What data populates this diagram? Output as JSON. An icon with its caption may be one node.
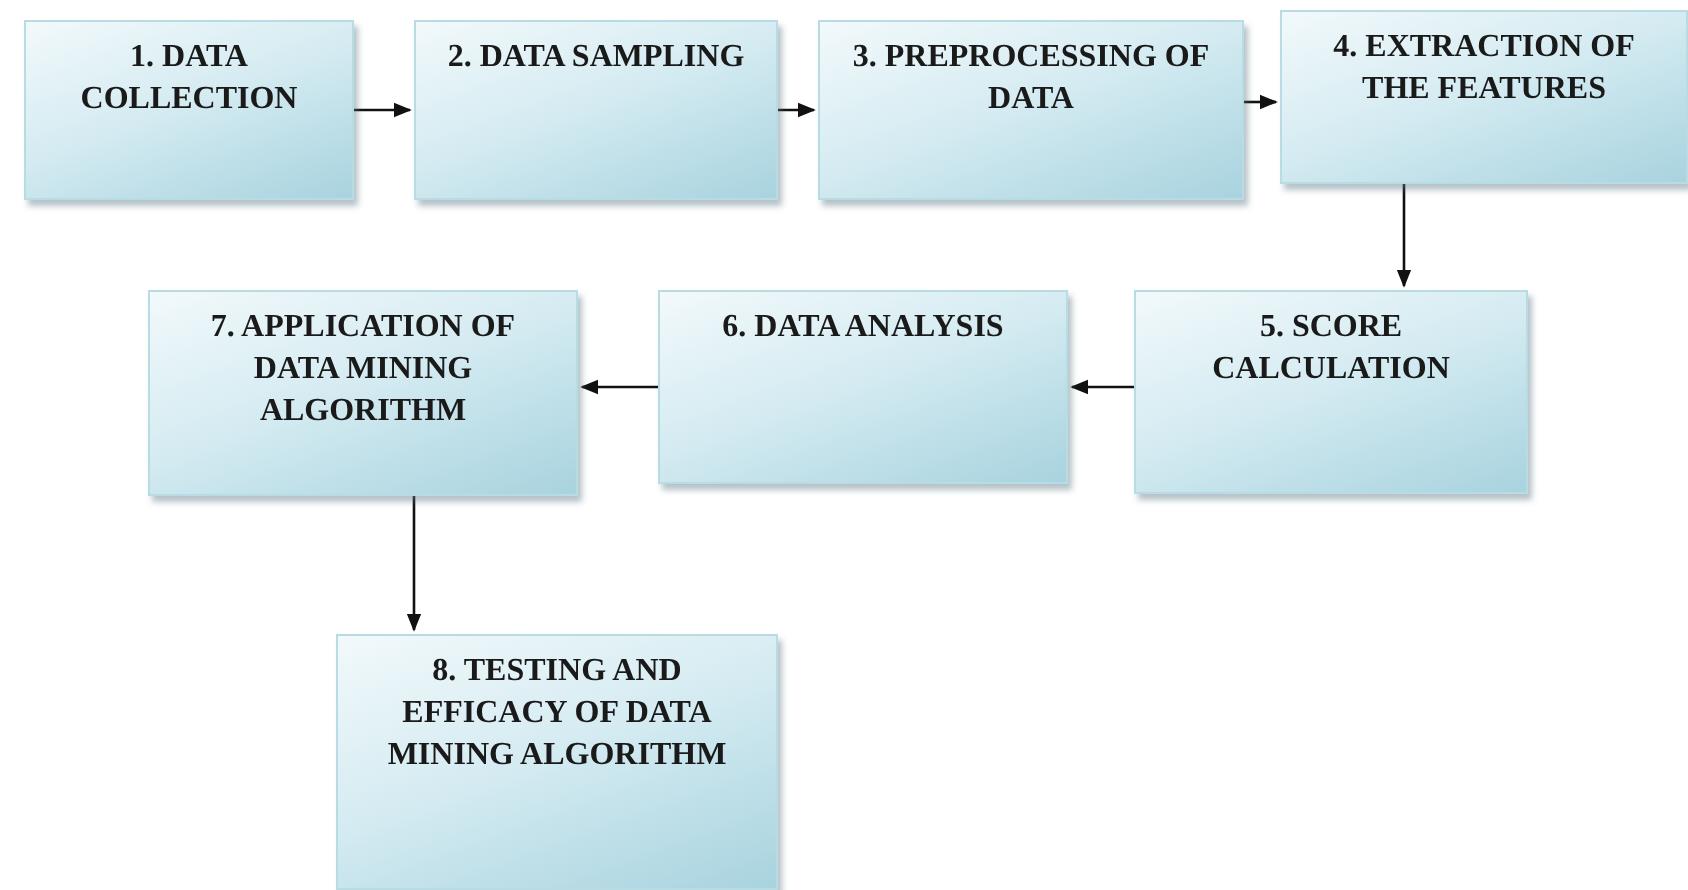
{
  "diagram": {
    "nodes": [
      {
        "text": [
          "1. DATA COLLECTION"
        ]
      },
      {
        "text": [
          "2. DATA SAMPLING"
        ]
      },
      {
        "text": [
          "3. PREPROCESSING OF DATA"
        ]
      },
      {
        "text": [
          "4. EXTRACTION OF THE FEATURES"
        ]
      },
      {
        "text": [
          "5. SCORE CALCULATION"
        ]
      },
      {
        "text": [
          "6. DATA ANALYSIS"
        ]
      },
      {
        "text": [
          "7. APPLICATION OF DATA MINING ALGORITHM"
        ]
      },
      {
        "text": [
          "8. TESTING AND EFFICACY OF DATA MINING ALGORITHM"
        ]
      }
    ],
    "edges": [
      {
        "from": 0,
        "to": 1,
        "arrow": "to"
      },
      {
        "from": 1,
        "to": 2,
        "arrow": "to"
      },
      {
        "from": 2,
        "to": 3,
        "arrow": "to"
      },
      {
        "from": 3,
        "to": 4,
        "arrow": "to"
      },
      {
        "from": 4,
        "to": 5,
        "arrow": "to"
      },
      {
        "from": 5,
        "to": 6,
        "arrow": "to"
      },
      {
        "from": 6,
        "to": 7,
        "arrow": "to"
      }
    ]
  }
}
